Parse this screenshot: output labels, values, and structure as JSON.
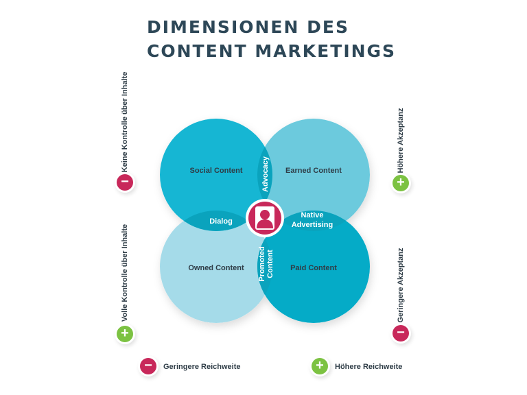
{
  "title": {
    "line1": "DIMENSIONEN DES",
    "line2": "CONTENT MARKETINGS"
  },
  "colors": {
    "social": "#16b6d3",
    "earned": "#6ccadd",
    "owned": "#a5dbe9",
    "paid": "#05abc7",
    "overlap": "#0aa3bd",
    "minus_badge": "#c8285a",
    "plus_badge": "#7cc242",
    "title": "#2d4757"
  },
  "venn": {
    "social": "Social Content",
    "earned": "Earned Content",
    "owned": "Owned Content",
    "paid": "Paid Content",
    "advocacy": "Advocacy",
    "dialog": "Dialog",
    "native_line1": "Native",
    "native_line2": "Advertising",
    "promoted_line1": "Promoted",
    "promoted_line2": "Content",
    "center_icon": "user-icon"
  },
  "axes": {
    "top_left": "Keine Kontrolle über Inhalte",
    "bottom_left": "Volle Kontrolle über Inhalte",
    "top_right": "Höhere Akzeptanz",
    "bottom_right": "Geringere Akzeptanz",
    "bottom_minus": "Geringere Reichweite",
    "bottom_plus": "Höhere Reichweite"
  },
  "badges": {
    "minus": "−",
    "plus": "+"
  }
}
